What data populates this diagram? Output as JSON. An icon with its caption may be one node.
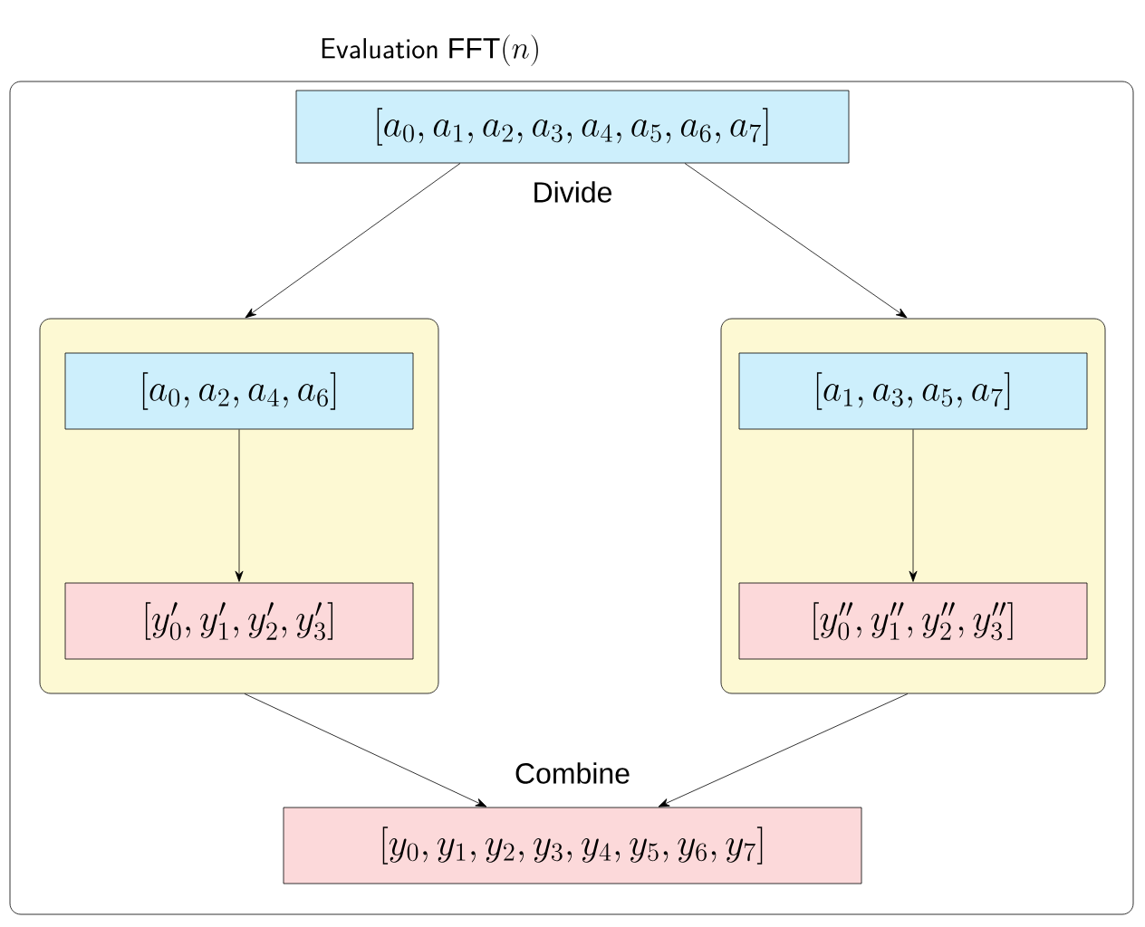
{
  "diagram": {
    "nodes": [
      {
        "text": [
          "\\textsf{Evaluation}\\ \\mathrm{FFT}(n)"
        ]
      },
      {
        "text": [
          "[a_0, a_1, a_2, a_3, a_4, a_5, a_6, a_7]"
        ],
        "in": 0
      },
      {
        "text": [],
        "shape": "box",
        "in": 0
      },
      {
        "text": [
          "[a_0, a_2, a_4, a_6]"
        ],
        "in": 2
      },
      {
        "text": [
          "[y'_0, y'_1, y'_2, y'_3]"
        ],
        "in": 2
      },
      {
        "text": [],
        "shape": "box",
        "in": 0
      },
      {
        "text": [
          "[a_1, a_3, a_5, a_7]"
        ],
        "in": 5
      },
      {
        "text": [
          "[y''_0, y''_1, y''_2, y''_3]"
        ],
        "in": 5
      },
      {
        "text": [
          "[y_0, y_1, y_2, y_3, y_4, y_5, y_6, y_7]"
        ],
        "in": 0
      }
    ],
    "edges": [
      {
        "from": 1,
        "to": 2,
        "arrow": "to"
      },
      {
        "from": 1,
        "to": 5,
        "arrow": "to"
      },
      {
        "from": 3,
        "to": 4,
        "arrow": "to"
      },
      {
        "from": 6,
        "to": 7,
        "arrow": "to"
      },
      {
        "from": 2,
        "to": 8,
        "arrow": "to"
      },
      {
        "from": 5,
        "to": 8,
        "arrow": "to"
      }
    ],
    "labels": [
      "Divide",
      "Combine"
    ]
  }
}
